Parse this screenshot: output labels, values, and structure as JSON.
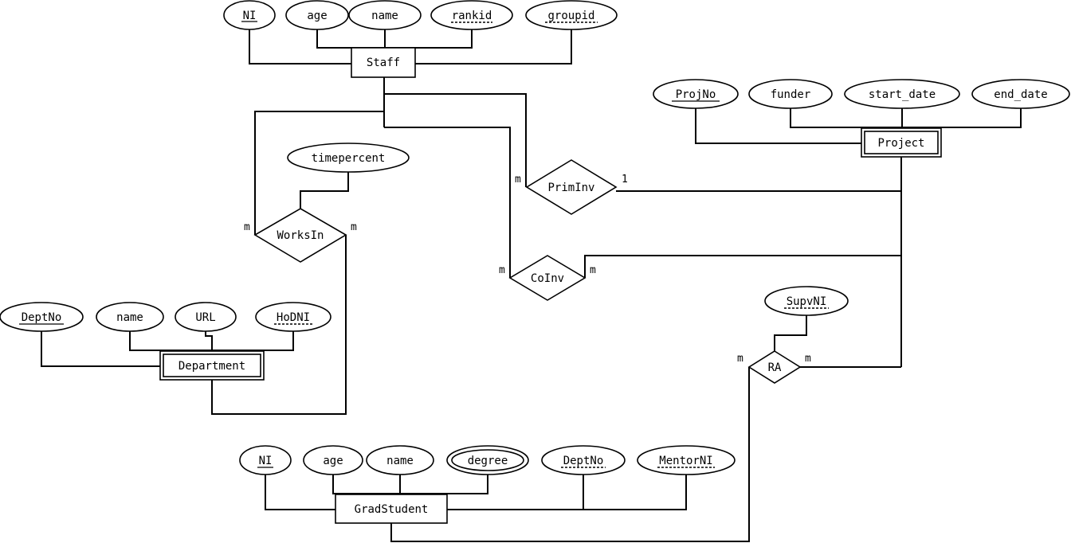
{
  "entities": {
    "staff": "Staff",
    "project": "Project",
    "department": "Department",
    "grad_student": "GradStudent"
  },
  "relationships": {
    "works_in": "WorksIn",
    "prim_inv": "PrimInv",
    "co_inv": "CoInv",
    "ra": "RA"
  },
  "attributes": {
    "staff": {
      "ni": "NI",
      "age": "age",
      "name": "name",
      "rankid": "rankid",
      "groupid": "groupid"
    },
    "project": {
      "projno": "ProjNo",
      "funder": "funder",
      "start_date": "start_date",
      "end_date": "end_date"
    },
    "department": {
      "deptno": "DeptNo",
      "name": "name",
      "url": "URL",
      "hodni": "HoDNI"
    },
    "grad_student": {
      "ni": "NI",
      "age": "age",
      "name": "name",
      "degree": "degree",
      "deptno": "DeptNo",
      "mentorni": "MentorNI"
    },
    "works_in": {
      "timepercent": "timepercent"
    },
    "ra": {
      "supvni": "SupvNI"
    }
  },
  "cardinalities": {
    "worksin_staff": "m",
    "worksin_dept": "m",
    "priminv_staff": "m",
    "priminv_project": "1",
    "coinv_staff": "m",
    "coinv_project": "m",
    "ra_grad": "m",
    "ra_project": "m"
  }
}
